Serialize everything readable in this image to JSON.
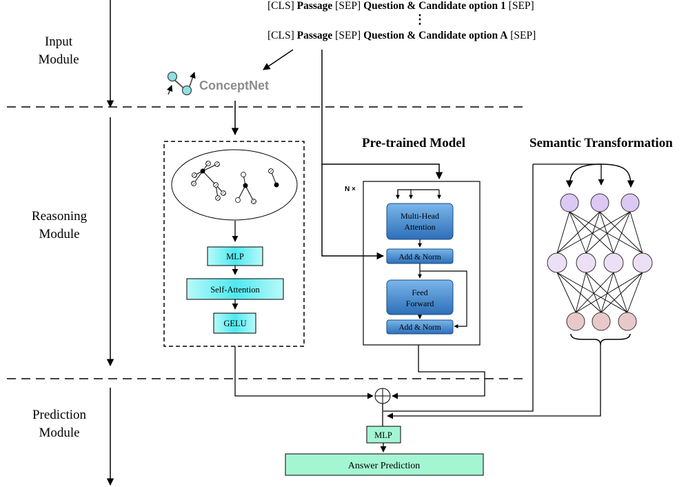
{
  "modules": {
    "input": [
      "Input",
      "Module"
    ],
    "reasoning": [
      "Reasoning",
      "Module"
    ],
    "prediction": [
      "Prediction",
      "Module"
    ]
  },
  "input_sequences": {
    "first": {
      "cls": "[CLS] ",
      "passage": "Passage",
      "sep1": " [SEP] ",
      "qc": "Question & Candidate option 1",
      "sep2": " [SEP]"
    },
    "ellipsis": "⋮",
    "last": {
      "cls": "[CLS] ",
      "passage": "Passage",
      "sep1": " [SEP] ",
      "qc": "Question & Candidate option A",
      "sep2": " [SEP]"
    }
  },
  "conceptnet": {
    "label": "ConceptNet",
    "color": "#8c8c8c",
    "icon": "conceptnet-logo-icon"
  },
  "reasoning_block": {
    "mlp": "MLP",
    "self_attention": "Self-Attention",
    "gelu": "GELU",
    "fill": "#5ef0f0"
  },
  "pretrained": {
    "title": "Pre-trained Model",
    "repeat": "N ×",
    "mha": [
      "Multi-Head",
      "Attention"
    ],
    "add_norm_1": "Add & Norm",
    "ff": [
      "Feed",
      "Forward"
    ],
    "add_norm_2": "Add & Norm",
    "fill": "#3f86cf"
  },
  "semantic": {
    "title": "Semantic Transformation",
    "layer_colors": [
      "#dcc8f4",
      "#ece0f6",
      "#e9c8c9"
    ]
  },
  "prediction": {
    "combine_symbol": "⊕",
    "mlp": "MLP",
    "answer": "Answer Prediction",
    "fill": "#a4f6d2"
  }
}
